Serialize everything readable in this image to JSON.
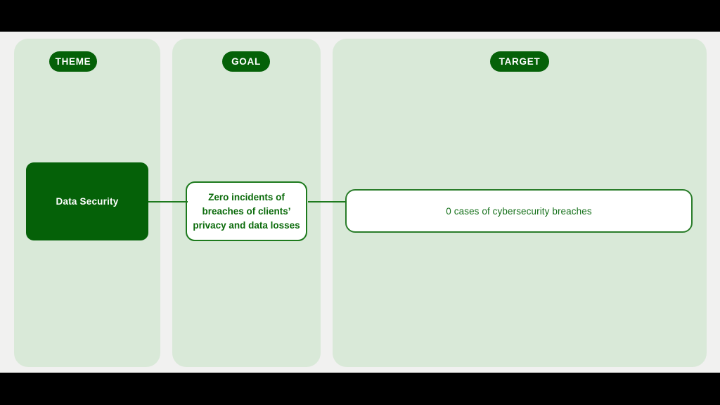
{
  "diagram": {
    "title_bar_color": "#000000",
    "page_background": "#f1f1f0",
    "accent_green": "#056108",
    "panel_green": "#d9e9d8",
    "border_green": "#1d7a1d",
    "columns": [
      {
        "id": "theme",
        "header_label": "THEME",
        "node": {
          "label": "Data Security",
          "style": "filled",
          "fill": "#056108",
          "text_color": "#ffffff"
        }
      },
      {
        "id": "goal",
        "header_label": "GOAL",
        "node": {
          "label": "Zero incidents of breaches of clients’ privacy and data losses",
          "style": "outlined",
          "fill": "#ffffff",
          "text_color": "#0b6b0b"
        }
      },
      {
        "id": "target",
        "header_label": "TARGET",
        "node": {
          "label": "0 cases of cybersecurity breaches",
          "style": "outlined",
          "fill": "#ffffff",
          "text_color": "#15701a"
        }
      }
    ],
    "connectors": [
      {
        "from": "theme-node",
        "to": "goal-node"
      },
      {
        "from": "goal-node",
        "to": "target-node"
      }
    ]
  }
}
